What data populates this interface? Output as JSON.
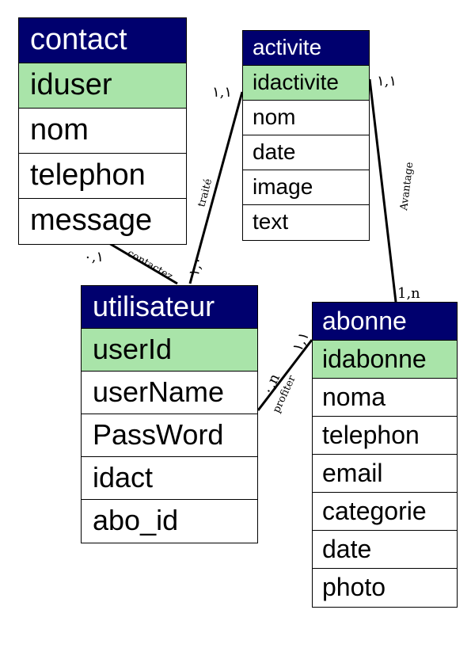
{
  "entities": {
    "contact": {
      "title": "contact",
      "pk": "iduser",
      "fields": [
        "nom",
        "telephon",
        "message"
      ]
    },
    "activite": {
      "title": "activite",
      "pk": "idactivite",
      "fields": [
        "nom",
        "date",
        "image",
        "text"
      ]
    },
    "utilisateur": {
      "title": "utilisateur",
      "pk": "userId",
      "fields": [
        "userName",
        "PassWord",
        "idact",
        "abo_id"
      ]
    },
    "abonne": {
      "title": "abonne",
      "pk": "idabonne",
      "fields": [
        "noma",
        "telephon",
        "email",
        "categorie",
        "date",
        "photo"
      ]
    }
  },
  "relations": [
    {
      "label": "contactez",
      "card_a": "٠,١",
      "card_b": "١,٠"
    },
    {
      "label": "traité",
      "card_a": "١,١",
      "card_b": "١,٠"
    },
    {
      "label": "Avantage",
      "card_a": "١,١",
      "card_b": "1,n"
    },
    {
      "label": "profiter",
      "card_a": "١,١",
      "card_b": "٠,n"
    }
  ],
  "colors": {
    "header": "#00006e",
    "primary_key": "#a9e4a9"
  }
}
